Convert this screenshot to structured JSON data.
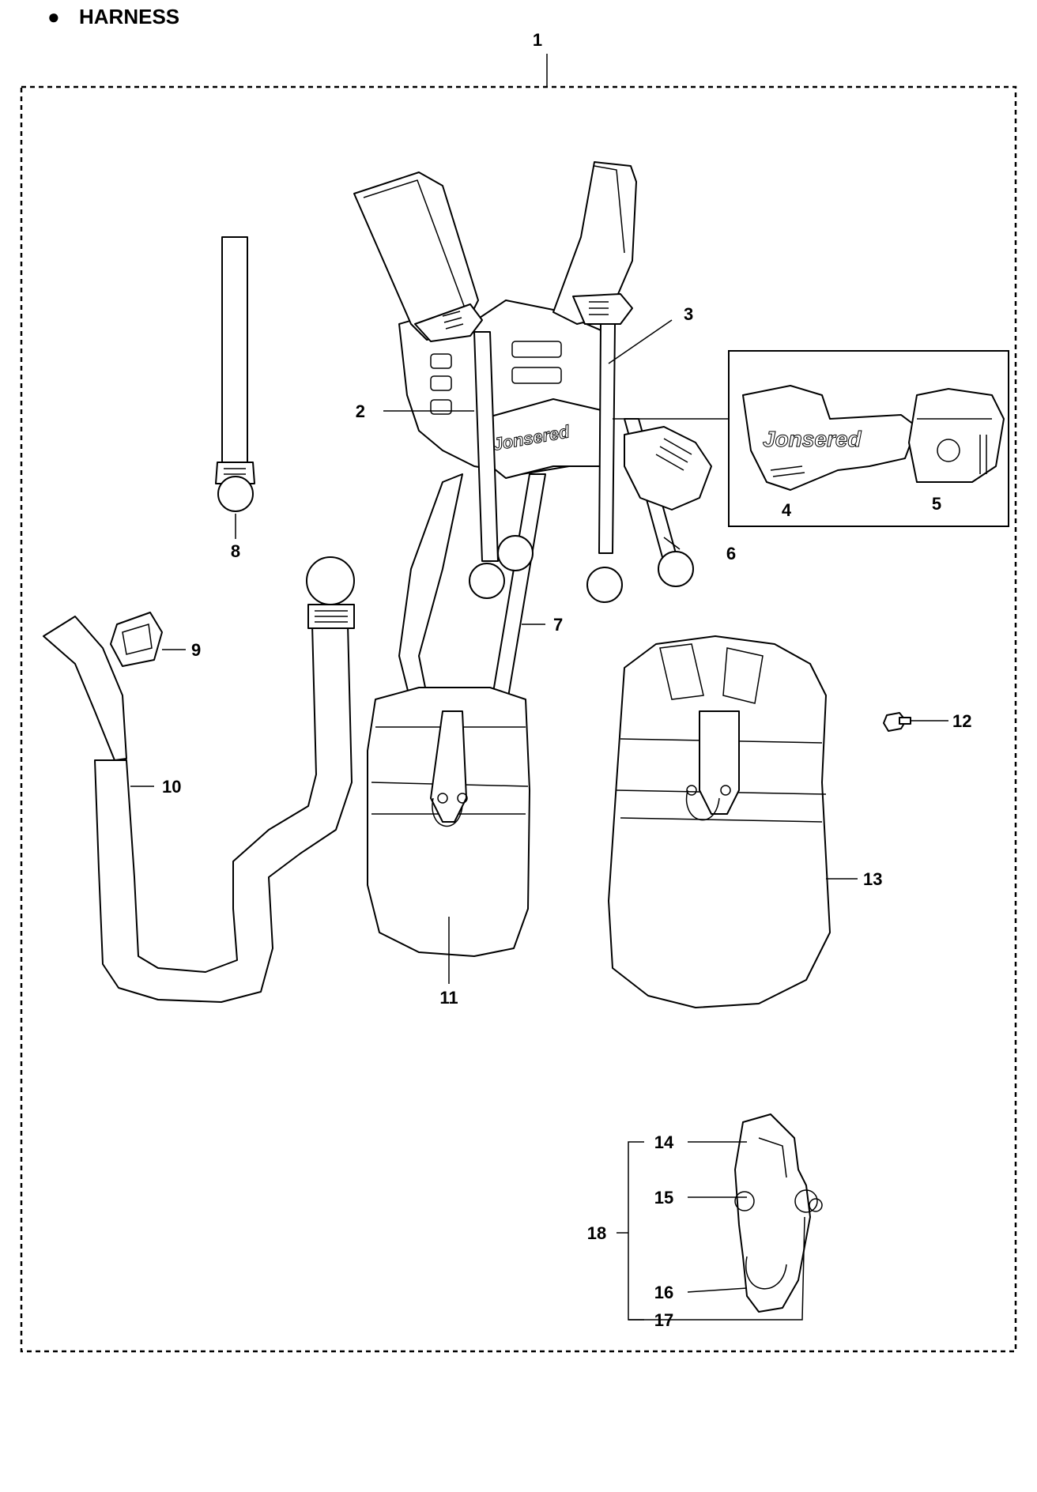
{
  "header": {
    "bullet": "●",
    "title": "HARNESS"
  },
  "assembly_label": "1",
  "brand_text": "Jonsered",
  "callouts": {
    "c2": "2",
    "c3": "3",
    "c4": "4",
    "c5": "5",
    "c6": "6",
    "c7": "7",
    "c8": "8",
    "c9": "9",
    "c10": "10",
    "c11": "11",
    "c12": "12",
    "c13": "13",
    "c14": "14",
    "c15": "15",
    "c16": "16",
    "c17": "17",
    "c18": "18"
  }
}
